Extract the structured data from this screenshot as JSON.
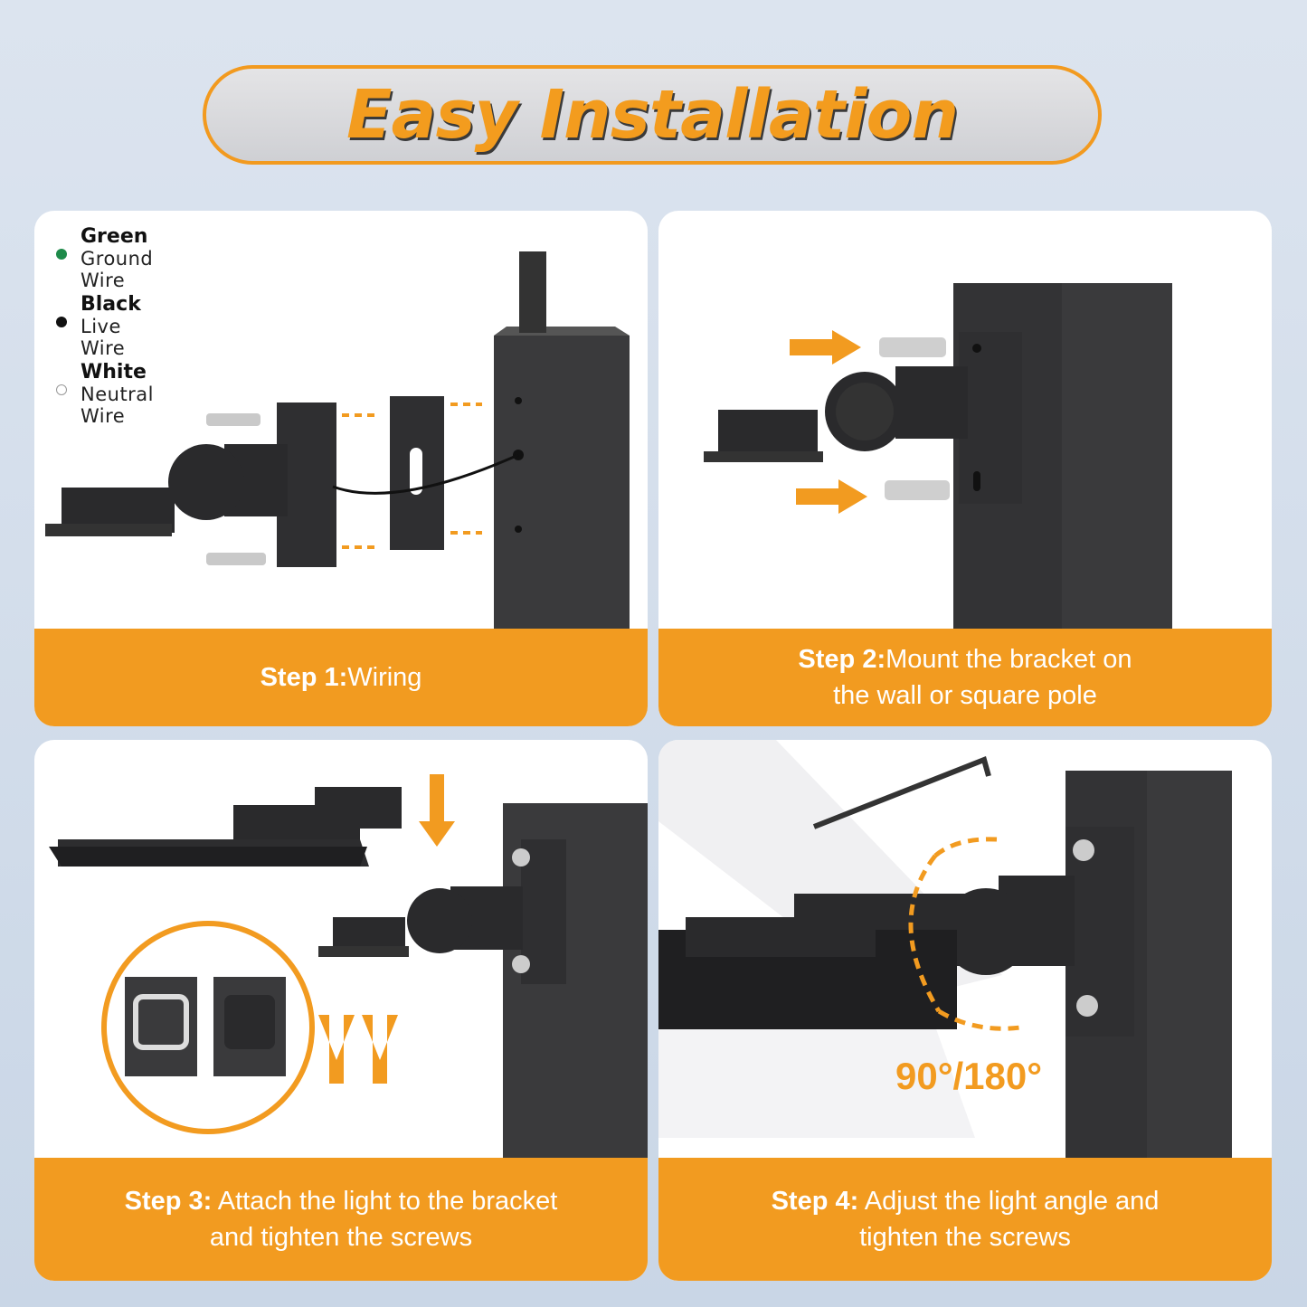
{
  "title": "Easy Installation",
  "legend": [
    {
      "color": "Green",
      "desc": "Ground Wire",
      "dot": "#1e8a4a"
    },
    {
      "color": "Black",
      "desc": "Live Wire",
      "dot": "#111111"
    },
    {
      "color": "White",
      "desc": "Neutral Wire",
      "dot": "#ffffff"
    }
  ],
  "steps": [
    {
      "label": "Step 1:",
      "line1": "Wiring",
      "line2": ""
    },
    {
      "label": "Step 2:",
      "line1": "Mount the bracket on",
      "line2": "the wall or square pole"
    },
    {
      "label": "Step 3:",
      "line1": " Attach the light to the bracket",
      "line2": "and tighten the screws"
    },
    {
      "label": "Step 4:",
      "line1": " Adjust the light angle and",
      "line2": "tighten the screws"
    }
  ],
  "angle_label": "90°/180°",
  "colors": {
    "accent": "#f29b20",
    "pole": "#3a3a3c",
    "bracket": "#2f2f31"
  }
}
